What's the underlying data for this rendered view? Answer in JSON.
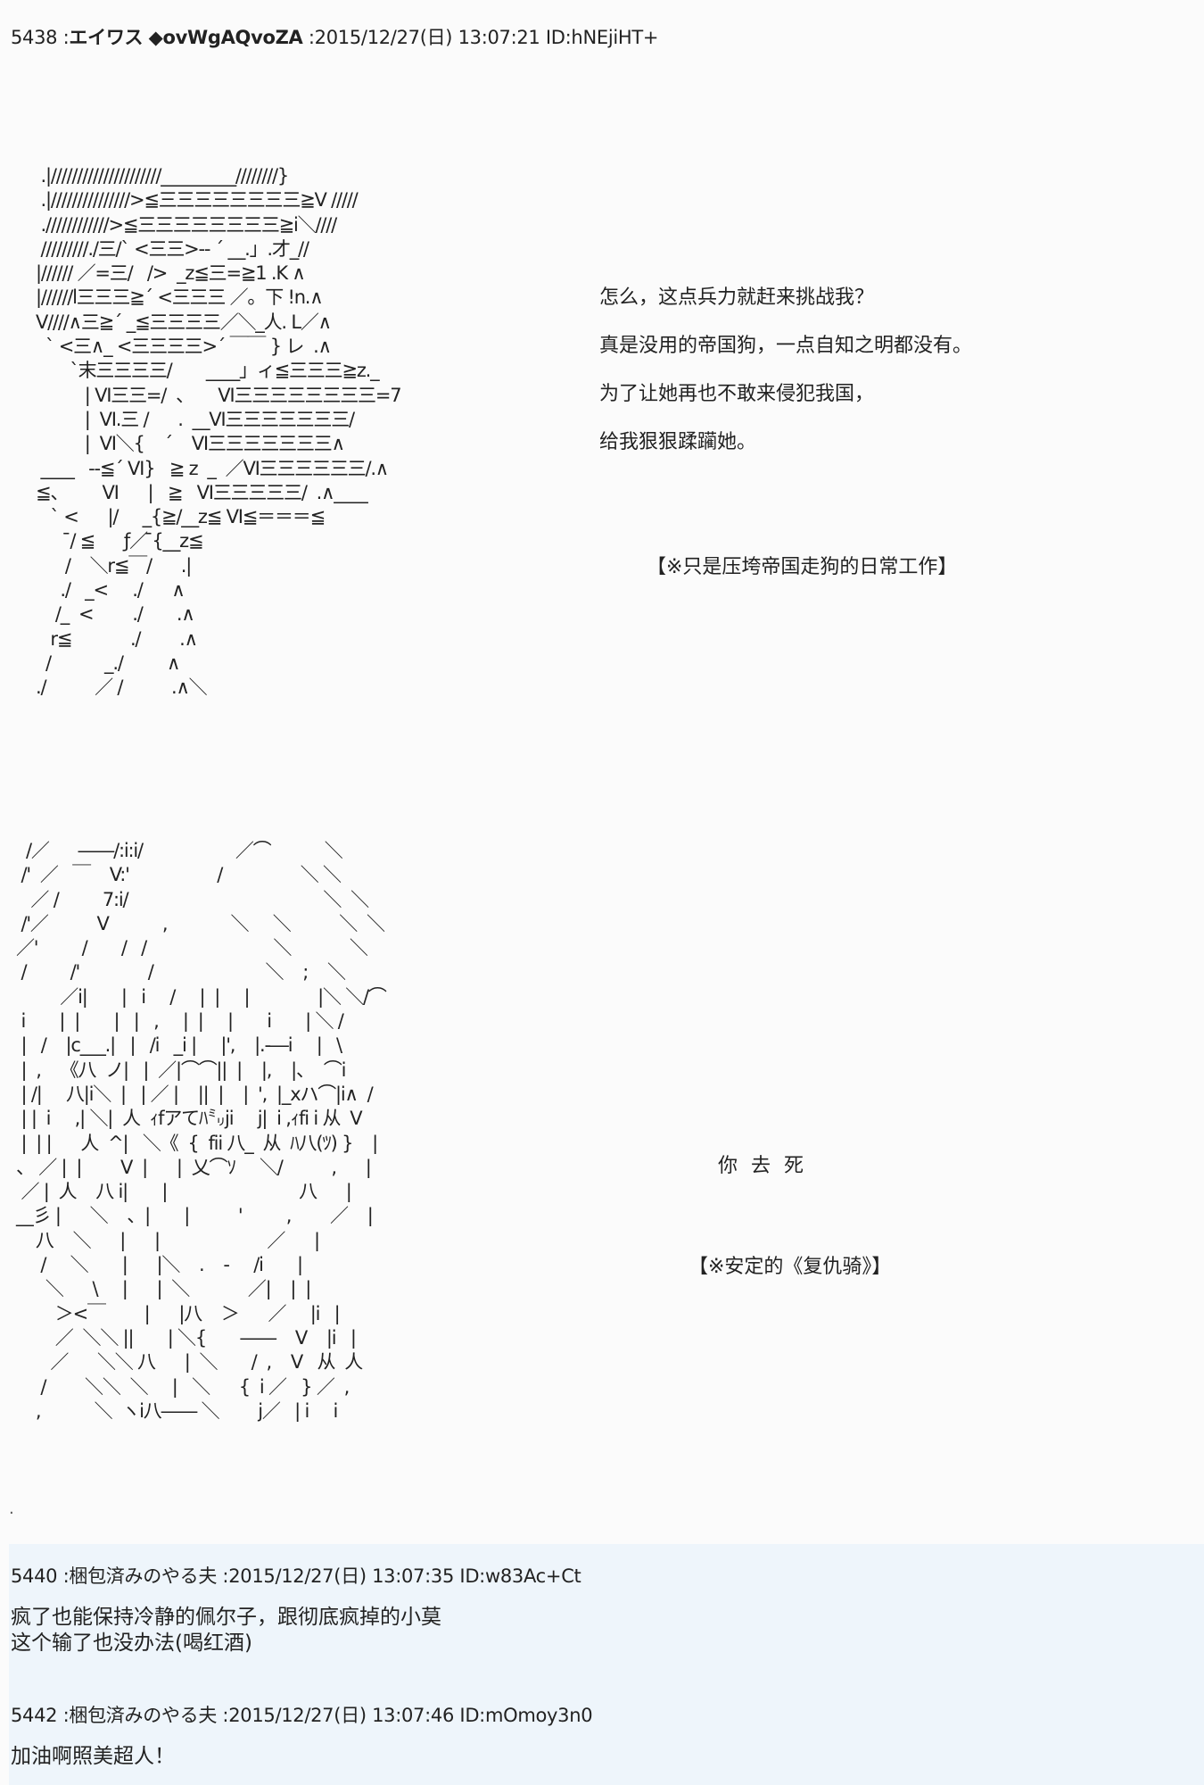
{
  "posts": [
    {
      "number": "5438",
      "name": "エイワス",
      "trip": "◆ovWgAQvoZA",
      "date": "2015/12/27(日) 13:07:21",
      "id": "ID:hNEjiHT+",
      "art1": " .|/////////////////////_________////////}\n .|///////////////>≦三三三三三三三三≧V /////\n .////////////>≦三三三三三三三三≧i＼////\n /////////./三/` <三三>-- ´ __.」.才_//\n|////// ／=三/   />  _z≦三=≧1 .K ∧\n|//////l三三三≧´ <三三三 ／。下 !n.∧\nV////∧三≧´ _≦三三三三／＼_人. L／∧\n  ` <三∧_ <三三三三>´ ￣￣ } レ  .∧\n       `末三三三三/       ____」ィ≦三三三≧z._\n          | Ⅵ三三=/  、     Ⅵ三三三三三三三三=7\n          |  Ⅵ.三 /      .  __Ⅵ三三三三三三三/\n          |  Ⅵ＼{    ´    Ⅵ三三三三三三三∧\n ____   --≦´ Ⅵ}   ≧ z  _  ／Ⅵ三三三三三三/.∧\n≦、       Ⅵ      |   ≧   Ⅵ三三三三三/  .∧____\n   ` <      |/     _{≧/__z≦ Ⅵ≦＝＝＝≦\n       ̄/ ≦      ƒ／ ̄{__z≦\n      /    ＼r≦￣/      .|\n     ./   _<     ./      ∧\n    /_  <        ./       .∧\n   r≦            ./        .∧\n  /           _./         ∧\n./          ／ /          .∧＼",
      "dialog": [
        "怎么，这点兵力就赶来挑战我？",
        " 真是没用的帝国狗，一点自知之明都没有。",
        "为了让她再也不敢来侵犯我国，",
        " 给我狠狠蹂躏她。"
      ],
      "note1": "【※只是压垮帝国走狗的日常工作】",
      "art2": "  /／      ――/:i:i/                   ／⌒           ＼\n /'  ／   ￣    V:'                  /                ＼ ＼\n   ／ /         7:i/                                        ＼  ＼\n /'／          V           ,             ＼     ＼          ＼  ＼\n／'         /       /   /                          ＼            ＼\n /         /'              /                       ＼    ;    ＼\n         ／i|       |   i     /     |  |     |              |＼ ＼/⌒\n i       |  |       |   |   ,     |  |     |       i       | ＼ /\n |   /    |c___.|   |   /i   _i |     |',    |.-―i     |   \\\n |  ,    《八  ノ|   |  ／|⌒⌒||  |    |,    |、  ⌒i      \n | /|     八|i＼  |   | ／ |    ||  |    |  ',  |_xハ⌒|i∧  /\n | |  i     ,| ＼|  人  ｨfアてﾊ㍉ji     j|  i ,ｨfi i 从  V\n |  | |      人  ^|   ＼《  {  fii 八_  从  ﾊ八(ﾂ) }    |\n、 ／ |  |        V  |      |  乂⌒ｿ     ＼/          ,      |\n ／ |  人    八 i|       |                           八      |\n__彡 |      ＼    、|       |          '         ,        ／    |\n    八    ＼      |      |                      ／      |\n     /     ＼       |      |＼    .    -     /i       |\n      ＼      \\     |      |  ＼            ／|    |  |\n        ＞<￣        |      |八    ＞      ／     |i   |\n        ／  ＼＼ ||       | ＼{       ――    V    |i   |\n       ／      ＼＼ 八      |  ＼       /  ,    V   从  人\n     /        ＼＼  ＼     |   ＼      {  i ／   } ／  ,\n    ,           ＼  ヽi八―― ＼        j／   | i     i",
      "dialog2": "你 去 死",
      "note2": "【※安定的《复仇骑》】"
    },
    {
      "number": "5440",
      "name": "梱包済みのやる夫",
      "date": "2015/12/27(日) 13:07:35",
      "id": "ID:w83Ac+Ct",
      "body": [
        "疯了也能保持冷静的佩尔子，跟彻底疯掉的小莫",
        "这个输了也没办法(喝红酒)"
      ]
    },
    {
      "number": "5442",
      "name": "梱包済みのやる夫",
      "date": "2015/12/27(日) 13:07:46",
      "id": "ID:mOmoy3n0",
      "body": [
        "加油啊照美超人！"
      ]
    }
  ],
  "separator": "."
}
